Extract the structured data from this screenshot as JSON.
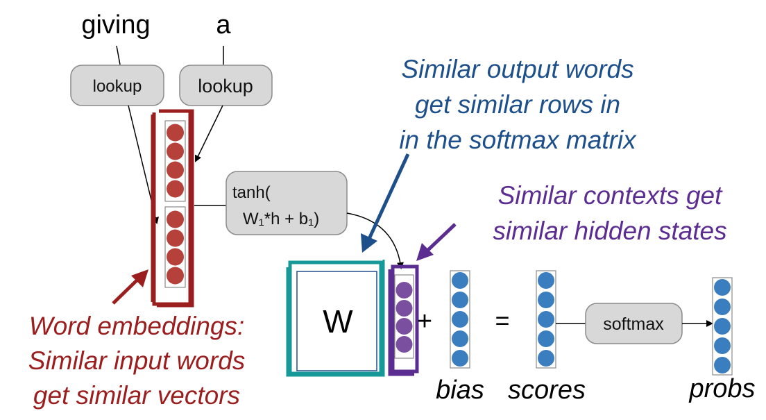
{
  "inputs": {
    "word1": "giving",
    "word2": "a"
  },
  "boxes": {
    "lookup1": "lookup",
    "lookup2": "lookup",
    "tanh_line1": "tanh(",
    "tanh_line2": "W₁*h + b₁)",
    "softmax": "softmax"
  },
  "matrix": {
    "label": "W"
  },
  "operators": {
    "plus": "+",
    "equals": "="
  },
  "labels": {
    "bias": "bias",
    "scores": "scores",
    "probs": "probs"
  },
  "annotations": {
    "output_words": [
      "Similar output words",
      "get similar rows in",
      "in the softmax matrix"
    ],
    "contexts": [
      "Similar contexts get",
      "similar hidden states"
    ],
    "embeddings": [
      "Word embeddings:",
      "Similar input words",
      "get similar vectors"
    ]
  },
  "colors": {
    "embedding": "#b5413a",
    "embedding_outline": "#9b1e1e",
    "hidden": "#7b4fa0",
    "hidden_outline": "#5c2d91",
    "output": "#3b7ec0",
    "matrix_outline": "#17999a",
    "matrix_inner": "#1f4e8c",
    "annotation_blue": "#1d4f8a",
    "annotation_purple": "#5c2d91",
    "annotation_red": "#9b1e1e",
    "box_fill": "#d8d8d8",
    "box_stroke": "#8a8a8a"
  }
}
